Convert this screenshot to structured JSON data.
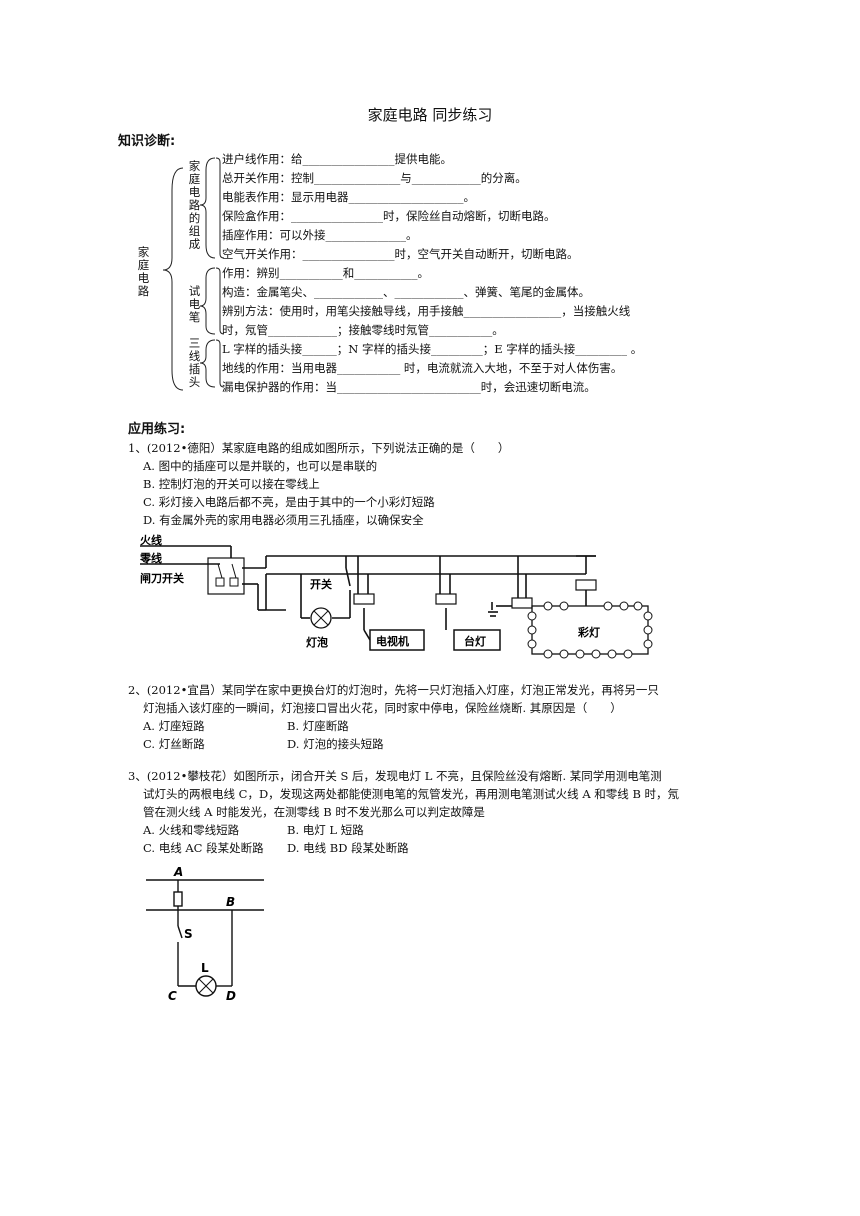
{
  "title": "家庭电路 同步练习",
  "knowledge": {
    "heading": "知识诊断:",
    "root_label": "家庭电路",
    "group1_label": "家庭电路的组成",
    "group2_label": "试电笔",
    "group3_label": "三线插头",
    "lines": [
      "进户线作用：给________________提供电能。",
      "总开关作用：控制_______________与____________的分离。",
      "电能表作用：显示用电器____________________。",
      "保险盒作用：________________时，保险丝自动熔断，切断电路。",
      "插座作用：可以外接______________。",
      "空气开关作用：________________时，空气开关自动断开，切断电路。",
      "作用：辨别___________和___________。",
      "构造：金属笔尖、____________、____________、弹簧、笔尾的金属体。",
      "辨别方法：使用时，用笔尖接触导线，用手接触_________________，当接触火线",
      "时，氖管____________；接触零线时氖管___________。",
      "L 字样的插头接______；N 字样的插头接_________；E 字样的插头接_________ 。",
      "地线的作用：当用电器___________ 时，电流就流入大地，不至于对人体伤害。",
      "漏电保护器的作用：当_________________________时，会迅速切断电流。"
    ]
  },
  "practice": {
    "heading": "应用练习:",
    "q1": {
      "stem": "1、(2012•德阳）某家庭电路的组成如图所示，下列说法正确的是（　　）",
      "options": [
        "A. 图中的插座可以是并联的，也可以是串联的",
        "B. 控制灯泡的开关可以接在零线上",
        "C. 彩灯接入电路后都不亮，是由于其中的一个小彩灯短路",
        "D. 有金属外壳的家用电器必须用三孔插座，以确保安全"
      ],
      "figure": {
        "live": "火线",
        "neutral": "零线",
        "knife_switch": "闸刀开关",
        "switch": "开关",
        "bulb": "灯泡",
        "tv": "电视机",
        "lamp": "台灯",
        "string_lights": "彩灯"
      }
    },
    "q2": {
      "stem1": "2、(2012•宜昌）某同学在家中更换台灯的灯泡时，先将一只灯泡插入灯座，灯泡正常发光，再将另一只",
      "stem2": "灯泡插入该灯座的一瞬间，灯泡接口冒出火花，同时家中停电，保险丝烧断. 其原因是（　　）",
      "options": [
        "A. 灯座短路",
        "B. 灯座断路",
        "C. 灯丝断路",
        "D. 灯泡的接头短路"
      ]
    },
    "q3": {
      "stem1": "3、(2012•攀枝花）如图所示，闭合开关 S 后，发现电灯 L 不亮，且保险丝没有熔断. 某同学用测电笔测",
      "stem2": "试灯头的两根电线 C，D，发现这两处都能使测电笔的氖管发光，再用测电笔测试火线 A 和零线 B 时，氖",
      "stem3": "管在测火线 A 时能发光，在测零线 B 时不发光那么可以判定故障是",
      "options": [
        "A. 火线和零线短路",
        "B. 电灯 L 短路",
        "C. 电线 AC 段某处断路",
        "D. 电线 BD 段某处断路"
      ],
      "figure": {
        "A": "A",
        "B": "B",
        "S": "S",
        "L": "L",
        "C": "C",
        "D": "D"
      }
    }
  }
}
